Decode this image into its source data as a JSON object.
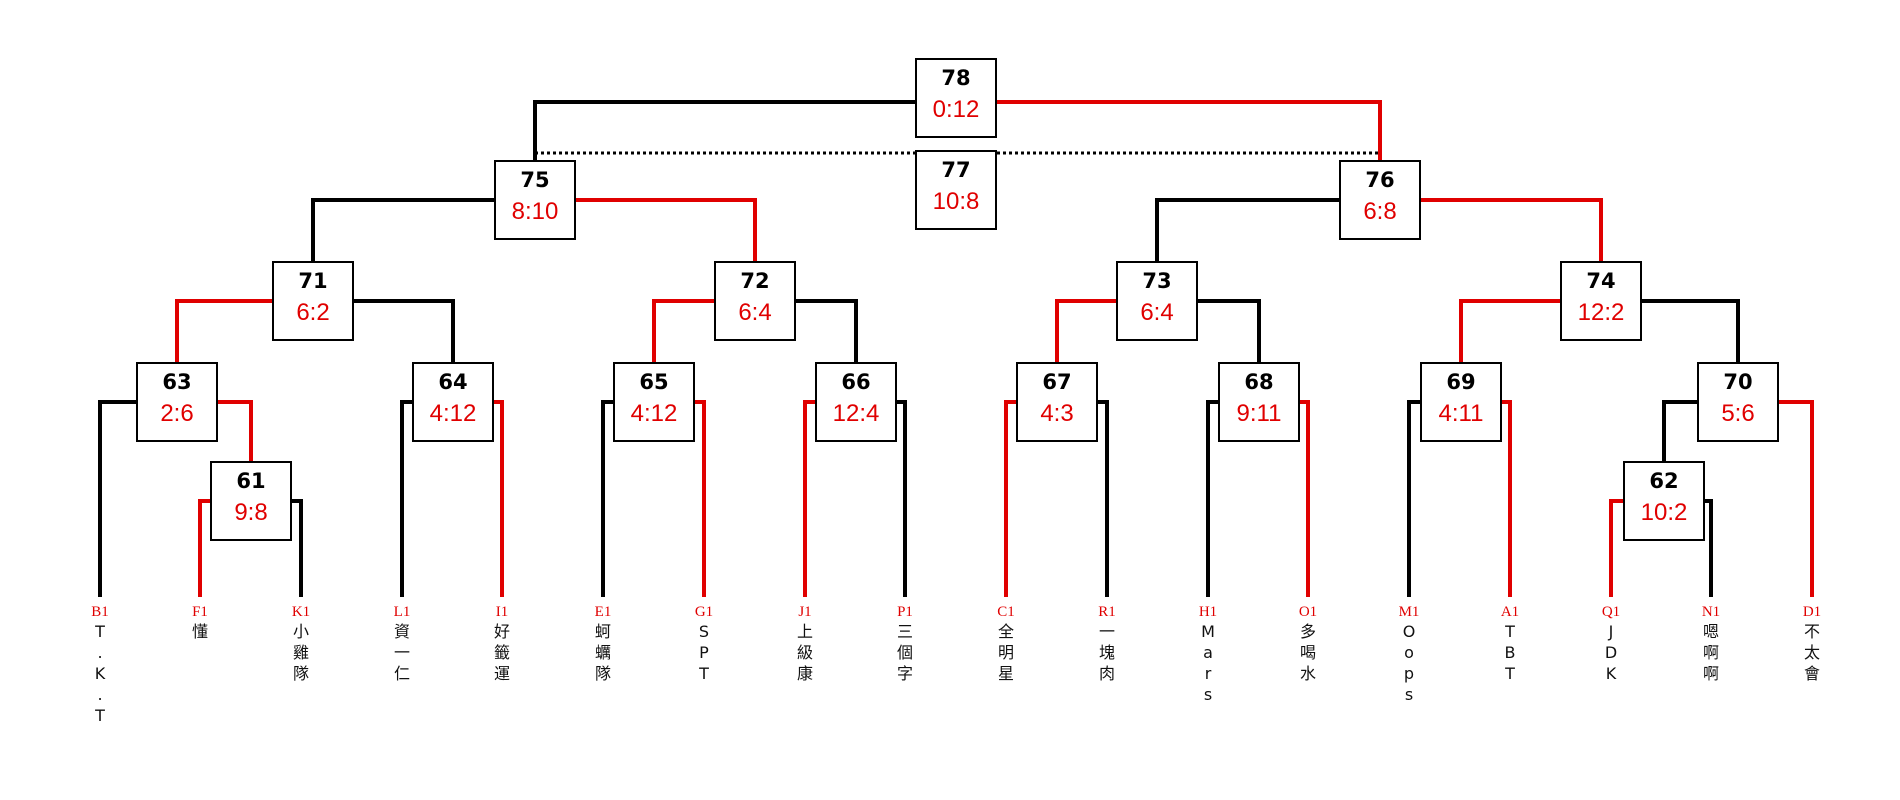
{
  "colors": {
    "winner_line": "#e00000",
    "loser_line": "#000000",
    "score": "#e00000"
  },
  "matches": [
    {
      "id": "61",
      "score": "9:8"
    },
    {
      "id": "62",
      "score": "10:2"
    },
    {
      "id": "63",
      "score": "2:6"
    },
    {
      "id": "64",
      "score": "4:12"
    },
    {
      "id": "65",
      "score": "4:12"
    },
    {
      "id": "66",
      "score": "12:4"
    },
    {
      "id": "67",
      "score": "4:3"
    },
    {
      "id": "68",
      "score": "9:11"
    },
    {
      "id": "69",
      "score": "4:11"
    },
    {
      "id": "70",
      "score": "5:6"
    },
    {
      "id": "71",
      "score": "6:2"
    },
    {
      "id": "72",
      "score": "6:4"
    },
    {
      "id": "73",
      "score": "6:4"
    },
    {
      "id": "74",
      "score": "12:2"
    },
    {
      "id": "75",
      "score": "8:10"
    },
    {
      "id": "76",
      "score": "6:8"
    },
    {
      "id": "77",
      "score": "10:8"
    },
    {
      "id": "78",
      "score": "0:12"
    }
  ],
  "teams": [
    {
      "code": "B1",
      "name": "T.K.T"
    },
    {
      "code": "F1",
      "name": "懂"
    },
    {
      "code": "K1",
      "name": "小雞隊"
    },
    {
      "code": "L1",
      "name": "資一仁"
    },
    {
      "code": "I1",
      "name": "好籤運"
    },
    {
      "code": "E1",
      "name": "蚵蠣隊"
    },
    {
      "code": "G1",
      "name": "SPT"
    },
    {
      "code": "J1",
      "name": "上級康"
    },
    {
      "code": "P1",
      "name": "三個字"
    },
    {
      "code": "C1",
      "name": "全明星"
    },
    {
      "code": "R1",
      "name": "一塊肉"
    },
    {
      "code": "H1",
      "name": "Mars"
    },
    {
      "code": "O1",
      "name": "多喝水"
    },
    {
      "code": "M1",
      "name": "Oops"
    },
    {
      "code": "A1",
      "name": "TBT"
    },
    {
      "code": "Q1",
      "name": "JDK"
    },
    {
      "code": "N1",
      "name": "嗯啊啊"
    },
    {
      "code": "D1",
      "name": "不太會"
    }
  ]
}
